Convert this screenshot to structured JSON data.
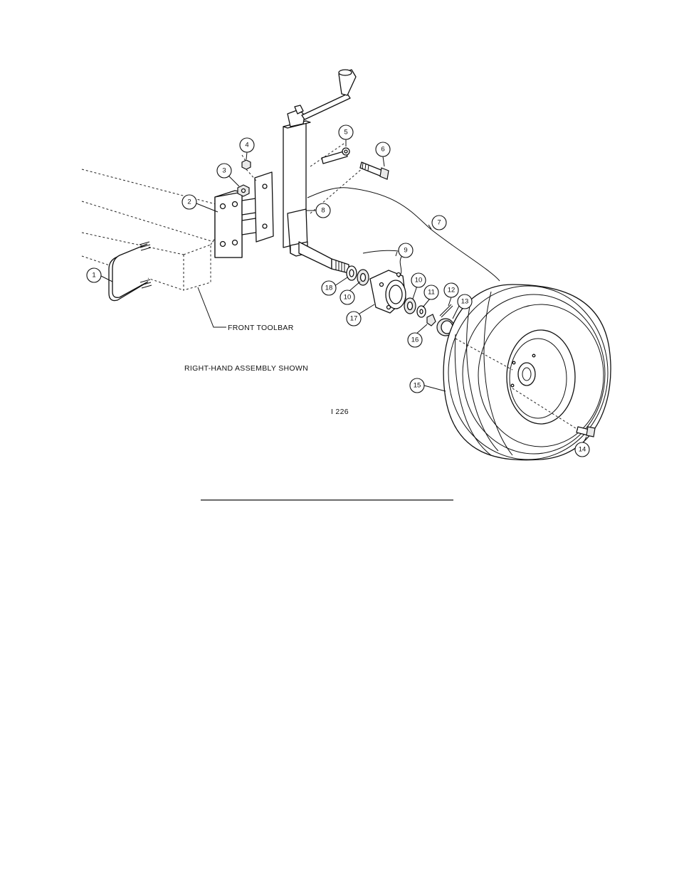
{
  "diagram": {
    "labels": {
      "front_toolbar": "FRONT TOOLBAR",
      "assembly_note": "RIGHT-HAND ASSEMBLY SHOWN",
      "drawing_id": "I 226"
    },
    "callouts": [
      "1",
      "2",
      "3",
      "4",
      "5",
      "6",
      "7",
      "8",
      "9",
      "10",
      "10",
      "11",
      "12",
      "13",
      "14",
      "15",
      "16",
      "17",
      "18"
    ]
  },
  "footer": {
    "caption_text": ""
  }
}
